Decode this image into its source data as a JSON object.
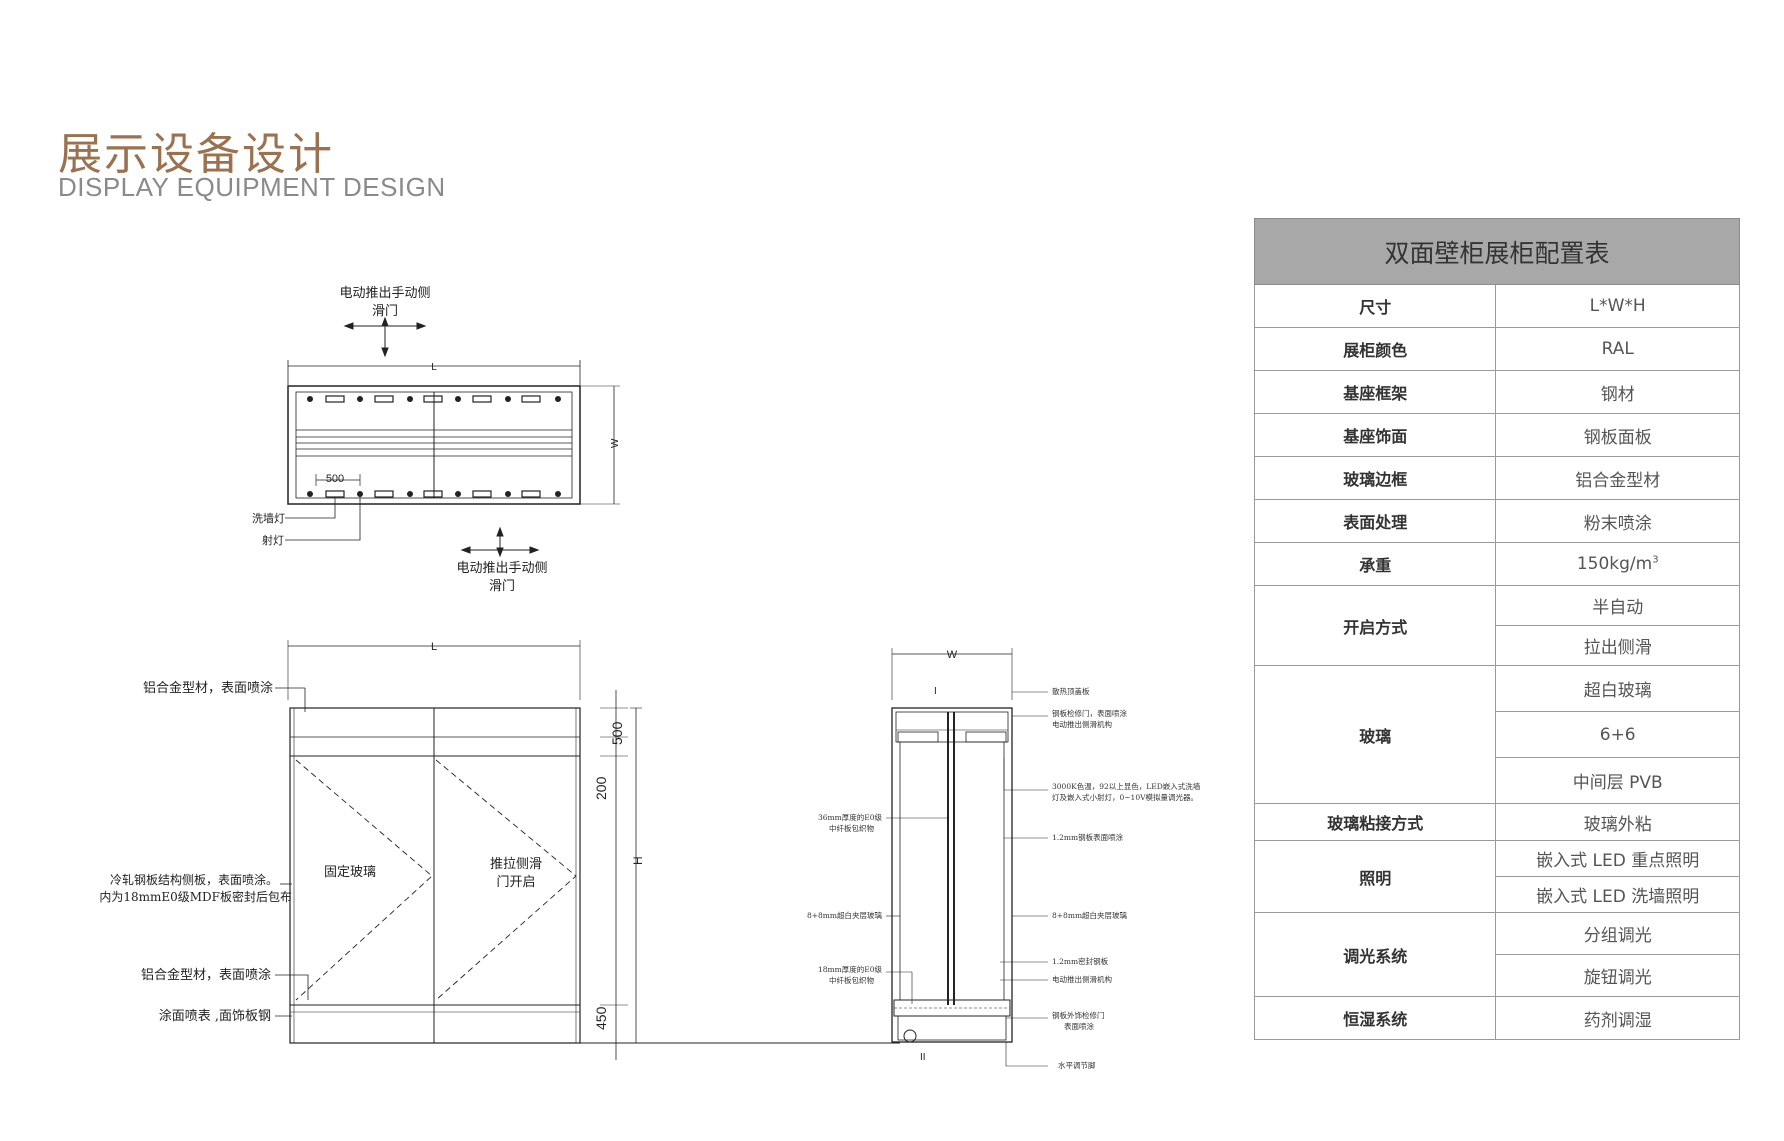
{
  "header": {
    "title_cn": "展示设备设计",
    "title_en": "DISPLAY EQUIPMENT DESIGN"
  },
  "plan_view": {
    "top_label_1": "电动推出手动侧",
    "top_label_2": "滑门",
    "dim_length": "L",
    "dim_width": "W",
    "dim_500": "500",
    "wash_light": "洗墙灯",
    "spot_light": "射灯",
    "bottom_label_1": "电动推出手动侧",
    "bottom_label_2": "滑门"
  },
  "front_view": {
    "dim_length": "L",
    "dim_height": "H",
    "dim_500": "500",
    "dim_200": "200",
    "dim_450": "450",
    "note_aluminum_top": "铝合金型材，表面喷涂",
    "note_steel_side_1": "冷轧钢板结构侧板，表面喷涂。",
    "note_steel_side_2": "内为18mmE0级MDF板密封后包布",
    "note_aluminum_bottom": "铝合金型材，表面喷涂",
    "note_base": "涂面喷表 ,面饰板钢",
    "panel_fixed": "固定玻璃",
    "panel_sliding_1": "推拉侧滑",
    "panel_sliding_2": "门开启"
  },
  "section_view": {
    "dim_width": "W",
    "marker_top": "I",
    "marker_bottom": "II",
    "notes_right": [
      "散热顶盖板",
      "钢板检修门，表面喷涂",
      "电动推出侧滑机构",
      "3000K色温，92以上显色，LED嵌入式洗墙",
      "灯及嵌入式小射灯，0~10V模拟量调光器。",
      "1.2mm钢板表面喷涂",
      "8+8mm超白夹层玻璃",
      "1.2mm密封钢板",
      "电动推出侧滑机构",
      "钢板外饰检修门",
      "表面喷涂",
      "水平调节脚"
    ],
    "notes_left": [
      "36mm厚度的E0级",
      "中纤板包织物",
      "8+8mm超白夹层玻璃",
      "18mm厚度的E0级",
      "中纤板包织物"
    ]
  },
  "config_table": {
    "title": "双面壁柜展柜配置表",
    "rows": [
      {
        "key": "尺寸",
        "values": [
          "L*W*H"
        ]
      },
      {
        "key": "展柜颜色",
        "values": [
          "RAL"
        ]
      },
      {
        "key": "基座框架",
        "values": [
          "钢材"
        ]
      },
      {
        "key": "基座饰面",
        "values": [
          "钢板面板"
        ]
      },
      {
        "key": "玻璃边框",
        "values": [
          "铝合金型材"
        ]
      },
      {
        "key": "表面处理",
        "values": [
          "粉末喷涂"
        ]
      },
      {
        "key": "承重",
        "values": [
          "150kg/m"
        ],
        "superscript": "3"
      },
      {
        "key": "开启方式",
        "values": [
          "半自动",
          "拉出侧滑"
        ]
      },
      {
        "key": "玻璃",
        "values": [
          "超白玻璃",
          "6+6",
          "中间层 PVB"
        ]
      },
      {
        "key": "玻璃粘接方式",
        "values": [
          "玻璃外粘"
        ]
      },
      {
        "key": "照明",
        "values": [
          "嵌入式 LED 重点照明",
          "嵌入式 LED 洗墙照明"
        ]
      },
      {
        "key": "调光系统",
        "values": [
          "分组调光",
          "旋钮调光"
        ]
      },
      {
        "key": "恒湿系统",
        "values": [
          "药剂调湿"
        ]
      }
    ]
  }
}
